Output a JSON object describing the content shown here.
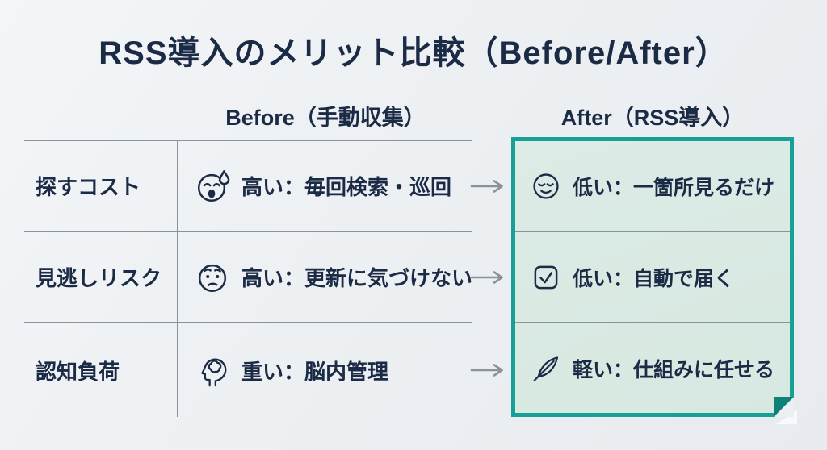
{
  "title": "RSS導入のメリット比較（Before/After）",
  "columns": {
    "before": "Before（手動収集）",
    "after": "After（RSS導入）"
  },
  "rows": [
    {
      "label": "探すコスト",
      "before": {
        "icon": "anxious-face-with-sweat",
        "text": "高い：毎回検索・巡回"
      },
      "after": {
        "icon": "relieved-face",
        "text": "低い：一箇所見るだけ"
      }
    },
    {
      "label": "見逃しリスク",
      "before": {
        "icon": "worried-face",
        "text": "高い：更新に気づけない"
      },
      "after": {
        "icon": "checked-checkbox",
        "text": "低い：自動で届く"
      }
    },
    {
      "label": "認知負荷",
      "before": {
        "icon": "head-with-brain",
        "text": "重い：脳内管理"
      },
      "after": {
        "icon": "feather",
        "text": "軽い：仕組みに任せる"
      }
    }
  ],
  "arrow_icon": "right-arrow",
  "colors": {
    "accent_teal": "#16a096",
    "accent_teal_dark": "#0d8176",
    "after_panel_bg": "#dcebe5",
    "text_navy": "#1b2a45",
    "grid_line_gray": "#8c9299",
    "page_bg": "#edf0f3"
  }
}
